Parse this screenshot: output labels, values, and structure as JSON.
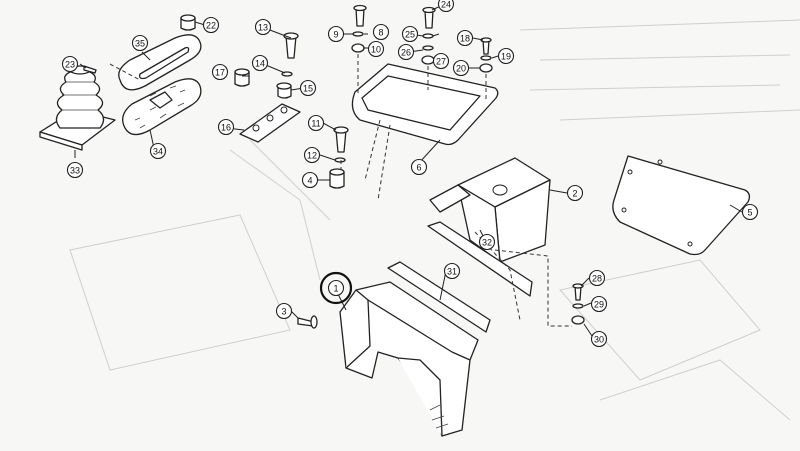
{
  "diagram": {
    "callouts": [
      {
        "label": "1",
        "highlighted": true
      },
      {
        "label": "2"
      },
      {
        "label": "3"
      },
      {
        "label": "4"
      },
      {
        "label": "5"
      },
      {
        "label": "6"
      },
      {
        "label": "8"
      },
      {
        "label": "9"
      },
      {
        "label": "10"
      },
      {
        "label": "11"
      },
      {
        "label": "12"
      },
      {
        "label": "13"
      },
      {
        "label": "14"
      },
      {
        "label": "15"
      },
      {
        "label": "16"
      },
      {
        "label": "17"
      },
      {
        "label": "18"
      },
      {
        "label": "19"
      },
      {
        "label": "20"
      },
      {
        "label": "22"
      },
      {
        "label": "23"
      },
      {
        "label": "24"
      },
      {
        "label": "25"
      },
      {
        "label": "26"
      },
      {
        "label": "27"
      },
      {
        "label": "28"
      },
      {
        "label": "29"
      },
      {
        "label": "30"
      },
      {
        "label": "31"
      },
      {
        "label": "32"
      },
      {
        "label": "33"
      },
      {
        "label": "34"
      },
      {
        "label": "35"
      }
    ],
    "highlight_color": "#111111",
    "line_color": "#222222",
    "paper_color": "#f7f7f5"
  }
}
